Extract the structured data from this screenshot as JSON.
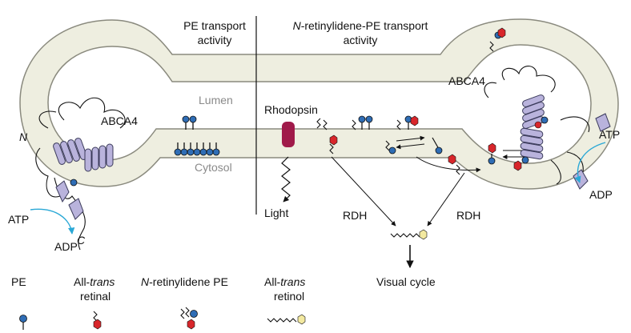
{
  "headers": {
    "pe_transport_line1": "PE transport",
    "pe_transport_line2": "activity",
    "nret_transport_prefix": "N",
    "nret_transport_line1_rest": "-retinylidene-PE transport",
    "nret_transport_line2": "activity"
  },
  "labels": {
    "lumen": "Lumen",
    "cytosol": "Cytosol",
    "rhodopsin": "Rhodopsin",
    "light": "Light",
    "abca4_left": "ABCA4",
    "abca4_right": "ABCA4",
    "n_terminus": "N",
    "c_terminus": "C",
    "atp_left": "ATP",
    "adp_left": "ADP",
    "atp_right": "ATP",
    "adp_right": "ADP",
    "rdh_left": "RDH",
    "rdh_right": "RDH",
    "visual_cycle": "Visual cycle"
  },
  "legend": {
    "pe": "PE",
    "all_trans_retinal_prefix": "All-",
    "all_trans_retinal_italic": "trans",
    "all_trans_retinal_line2": "retinal",
    "nret_pe_prefix": "N",
    "nret_pe_rest": "-retinylidene PE",
    "all_trans_retinol_prefix": "All-",
    "all_trans_retinol_italic": "trans",
    "all_trans_retinol_line2": "retinol"
  },
  "colors": {
    "membrane_fill": "#eeeee0",
    "membrane_stroke": "#8a8a7e",
    "pe_head": "#2f6db5",
    "retinal": "#d8262b",
    "retinol_head": "#f3e9a0",
    "rhodopsin": "#a01a4a",
    "abca4": "#b9b3dc",
    "abca4_stroke": "#3a3a5a",
    "atp_arrow": "#2aa8d6"
  }
}
